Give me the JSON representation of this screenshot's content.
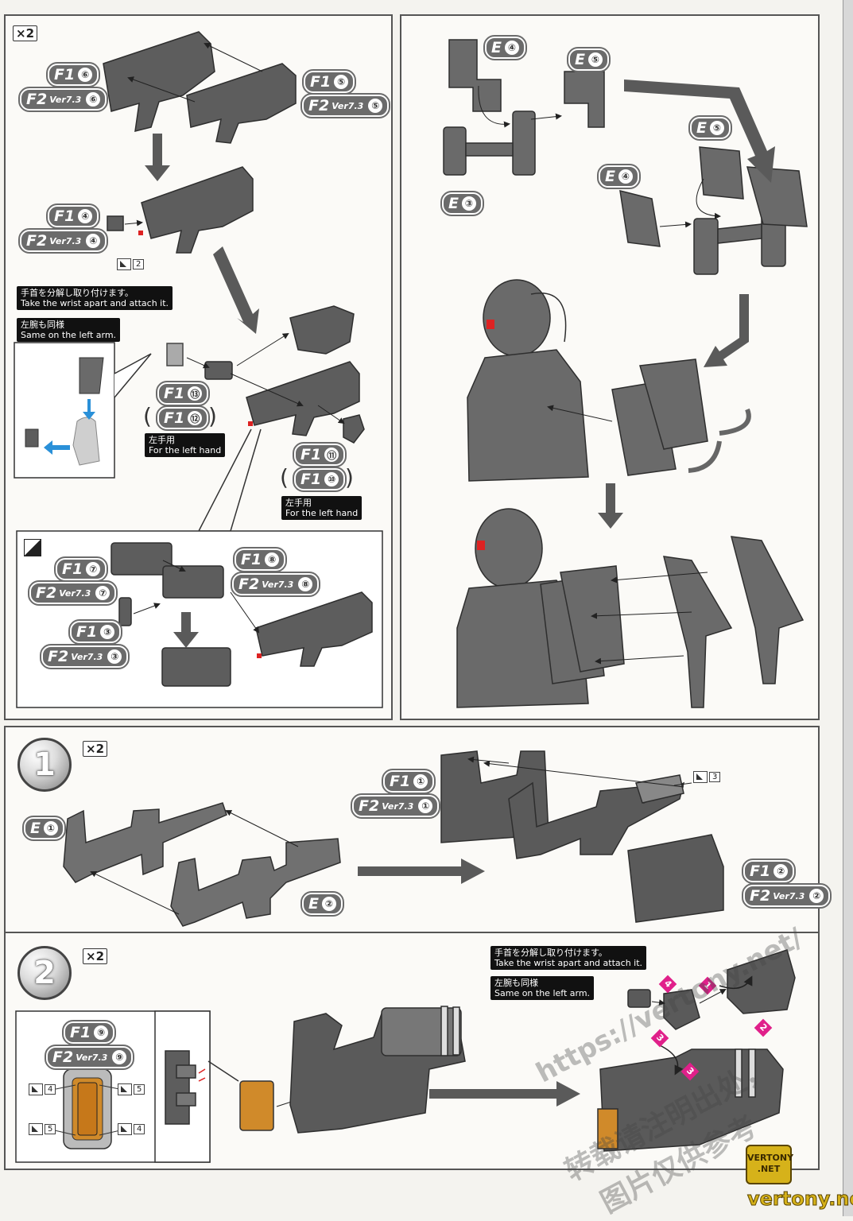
{
  "page": {
    "background": "#f4f3ef",
    "part_color": "#5a5a5a",
    "label_color": "#6b6b6b",
    "accent_pink": "#e0208a",
    "accent_blue": "#2a90d8",
    "clear_orange": "#d08a2a"
  },
  "top_left": {
    "multiplier": "×2",
    "labels": {
      "f1_6": {
        "code": "F1",
        "num": "⑥"
      },
      "f2_6": {
        "code": "F2",
        "ver": "Ver7.3",
        "num": "⑥"
      },
      "f1_5": {
        "code": "F1",
        "num": "⑤"
      },
      "f2_5": {
        "code": "F2",
        "ver": "Ver7.3",
        "num": "⑤"
      },
      "f1_4": {
        "code": "F1",
        "num": "④"
      },
      "f2_4": {
        "code": "F2",
        "ver": "Ver7.3",
        "num": "④"
      },
      "f1_13": {
        "code": "F1",
        "num": "⑬"
      },
      "f1_12": {
        "code": "F1",
        "num": "⑫"
      },
      "f1_11": {
        "code": "F1",
        "num": "⑪"
      },
      "f1_10": {
        "code": "F1",
        "num": "⑩"
      }
    },
    "ref_2": "2",
    "note_wrist_jp": "手首を分解し取り付けます。",
    "note_wrist_en": "Take the wrist apart and attach it.",
    "note_left_jp": "左腕も同様",
    "note_left_en": "Same on the left arm.",
    "left_hand_jp": "左手用",
    "left_hand_en": "For the left hand",
    "left_hand2_jp": "左手用",
    "left_hand2_en": "For the left hand",
    "paren_open": "(",
    "paren_close": ")",
    "sub": {
      "f1_7": {
        "code": "F1",
        "num": "⑦"
      },
      "f2_7": {
        "code": "F2",
        "ver": "Ver7.3",
        "num": "⑦"
      },
      "f1_8": {
        "code": "F1",
        "num": "⑧"
      },
      "f2_8": {
        "code": "F2",
        "ver": "Ver7.3",
        "num": "⑧"
      },
      "f1_3": {
        "code": "F1",
        "num": "③"
      },
      "f2_3": {
        "code": "F2",
        "ver": "Ver7.3",
        "num": "③"
      }
    }
  },
  "top_right": {
    "e4a": {
      "code": "E",
      "num": "④"
    },
    "e5a": {
      "code": "E",
      "num": "⑤"
    },
    "e3": {
      "code": "E",
      "num": "③"
    },
    "e5b": {
      "code": "E",
      "num": "⑤"
    },
    "e4b": {
      "code": "E",
      "num": "④"
    }
  },
  "step1": {
    "number": "1",
    "multiplier": "×2",
    "e1": {
      "code": "E",
      "num": "①"
    },
    "e2": {
      "code": "E",
      "num": "②"
    },
    "f1_1": {
      "code": "F1",
      "num": "①"
    },
    "f2_1": {
      "code": "F2",
      "ver": "Ver7.3",
      "num": "①"
    },
    "f1_2": {
      "code": "F1",
      "num": "②"
    },
    "f2_2": {
      "code": "F2",
      "ver": "Ver7.3",
      "num": "②"
    },
    "ref_3": "3"
  },
  "step2": {
    "number": "2",
    "multiplier": "×2",
    "f1_9": {
      "code": "F1",
      "num": "⑨"
    },
    "f2_9": {
      "code": "F2",
      "ver": "Ver7.3",
      "num": "⑨"
    },
    "refs": [
      "4",
      "5",
      "5",
      "4"
    ],
    "note_wrist_jp": "手首を分解し取り付けます。",
    "note_wrist_en": "Take the wrist apart and attach it.",
    "note_left_jp": "左腕も同様",
    "note_left_en": "Same on the left arm.",
    "order_marks": [
      "4",
      "1",
      "3",
      "2",
      "3"
    ]
  },
  "watermark": {
    "url": "https://vertony.net/",
    "cn1": "转载请注明出处，",
    "cn2": "图片仅供参考",
    "badge_line1": "VERTONY",
    "badge_line2": ".NET",
    "footer": "vertony.net"
  }
}
